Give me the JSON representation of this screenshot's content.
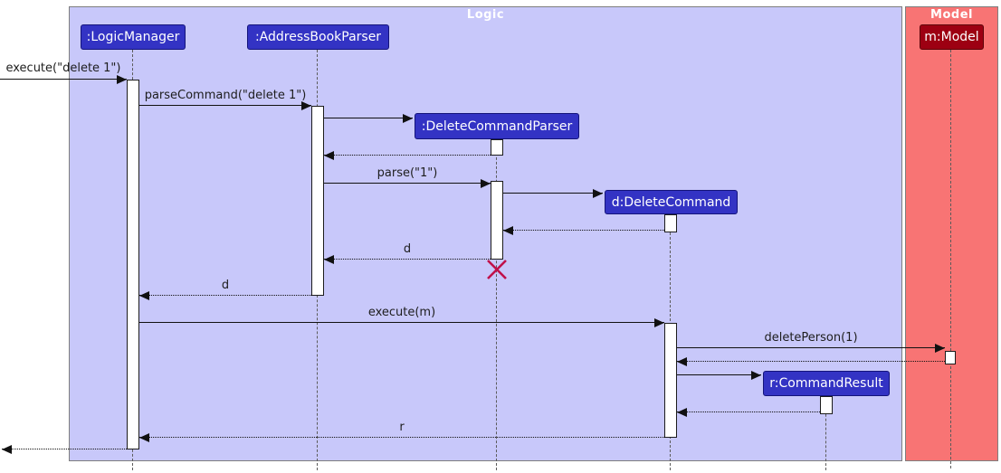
{
  "frames": {
    "logic": {
      "title": "Logic"
    },
    "model": {
      "title": "Model"
    }
  },
  "participants": {
    "logic_manager": ":LogicManager",
    "address_book_parser": ":AddressBookParser",
    "delete_command_parser": ":DeleteCommandParser",
    "delete_command": "d:DeleteCommand",
    "command_result": "r:CommandResult",
    "model": "m:Model"
  },
  "messages": {
    "execute_delete": "execute(\"delete 1\")",
    "parse_command": "parseCommand(\"delete 1\")",
    "parse": "parse(\"1\")",
    "return_d_parser": "d",
    "return_d_manager": "d",
    "execute_m": "execute(m)",
    "delete_person": "deletePerson(1)",
    "return_r": "r"
  },
  "colors": {
    "logic_frame_bg": "#C8C8FA",
    "model_frame_bg": "#F87474",
    "logic_participant_bg": "#3333C4",
    "model_participant_bg": "#9D0012",
    "frame_border": "#7E7E7E",
    "frame_title_text": "#FFFFFF",
    "activation_fill": "#FFFFFF",
    "destroy_x": "#C0104A"
  }
}
